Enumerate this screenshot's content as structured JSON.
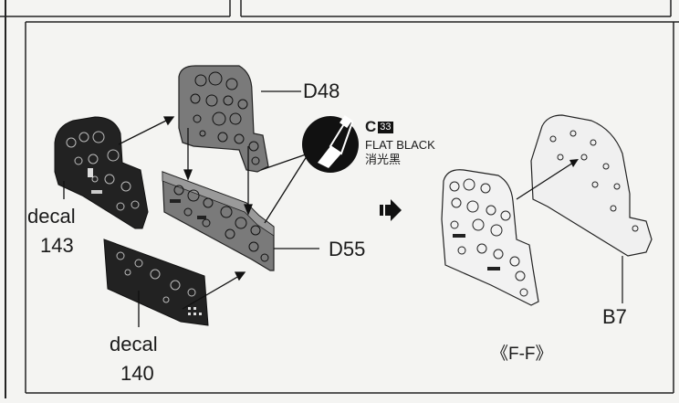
{
  "labels": {
    "d48": "D48",
    "d55": "D55",
    "b7": "B7",
    "decal_word_a": "decal",
    "decal_143": "143",
    "decal_word_b": "decal",
    "decal_140": "140",
    "view": "《F-F》"
  },
  "paint": {
    "letter": "C",
    "code": "33",
    "name_en": "FLAT BLACK",
    "name_cn": "消光黑"
  },
  "colors": {
    "background": "#f4f4f2",
    "line": "#1a1a1a",
    "panel_gray": "#7a7a7a",
    "decal_black": "#222222"
  },
  "icons": [
    "paint-brush-icon",
    "next-step-arrow-icon"
  ]
}
